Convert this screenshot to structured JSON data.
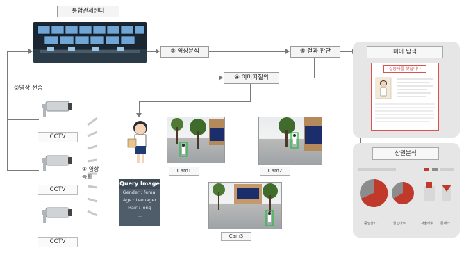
{
  "control_center": {
    "title": "통합관제센터"
  },
  "steps": {
    "video_transmit": "②영상 전송",
    "video_analysis": "③ 영상분석",
    "image_query": "④ 이미지질의",
    "result_judgment": "⑤ 결과 판단",
    "record": "① 영상\n녹화"
  },
  "cctv": [
    {
      "label": "CCTV"
    },
    {
      "label": "CCTV"
    },
    {
      "label": "CCTV"
    }
  ],
  "query_image": {
    "title": "Query Image",
    "rows": [
      "Gender : femal",
      "Age : teenager",
      "Hair : long",
      "..."
    ]
  },
  "cams": [
    {
      "label": "Cam1"
    },
    {
      "label": "Cam2"
    },
    {
      "label": "Cam3"
    }
  ],
  "missing_search": {
    "title": "미아 탐색",
    "card_title": "실종자를 찾습니다"
  },
  "commercial_analysis": {
    "title": "상권분석",
    "categories": [
      "중앙상가",
      "할인마트",
      "서울타워",
      "롯데타"
    ]
  },
  "colors": {
    "panel_bg": "#e6e6e6",
    "detect_box": "#1fbf3a",
    "pie_red": "#c0392b",
    "pie_gray": "#8c8c8c",
    "query_bg": "#4f5d6b",
    "card_red": "#d9534f"
  }
}
